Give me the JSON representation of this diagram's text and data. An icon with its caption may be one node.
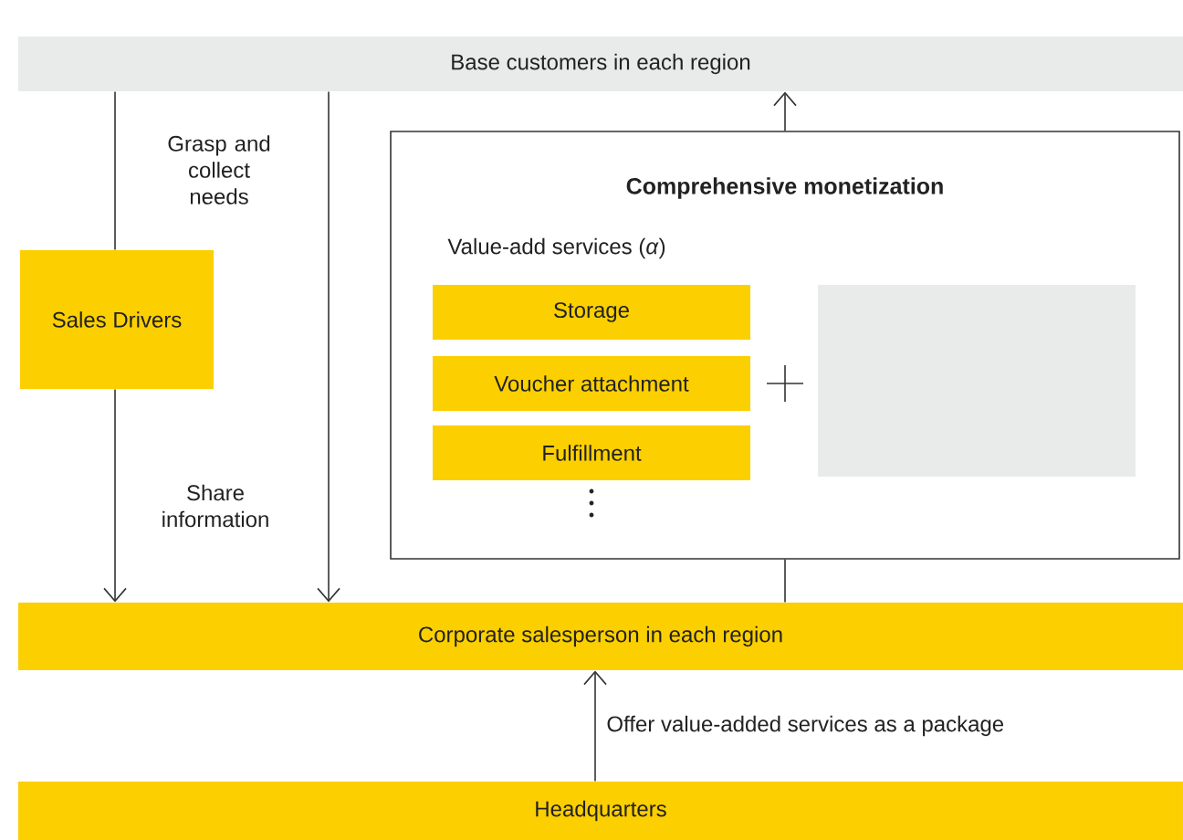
{
  "diagram": {
    "nodes": [
      {
        "text": [
          "Base customers in each region"
        ]
      },
      {
        "text": [
          "Sales Drivers"
        ]
      },
      {
        "text": [
          "Comprehensive monetization",
          "Value-add services (*α*)"
        ]
      },
      {
        "text": [
          "Storage"
        ],
        "in": 2
      },
      {
        "text": [
          "Voucher attachment"
        ],
        "in": 2
      },
      {
        "text": [
          "Fulfillment"
        ],
        "in": 2
      },
      {
        "text": [],
        "shape": "box",
        "in": 2
      },
      {
        "text": [
          "Corporate salesperson in each region"
        ]
      },
      {
        "text": [
          "Headquarters"
        ]
      }
    ],
    "edges": [
      {
        "from": 0,
        "to": 1,
        "arrow": "none"
      },
      {
        "from": 1,
        "to": 7,
        "arrow": "to"
      },
      {
        "from": 0,
        "to": 7,
        "arrow": "to"
      },
      {
        "from": 2,
        "to": 0,
        "arrow": "to"
      },
      {
        "from": 2,
        "to": 7,
        "arrow": "none"
      },
      {
        "from": 8,
        "to": 7,
        "arrow": "to",
        "label": "Offer value-added services as a package"
      }
    ],
    "labels": [
      "Grasp and collect needs",
      "Share information"
    ]
  }
}
